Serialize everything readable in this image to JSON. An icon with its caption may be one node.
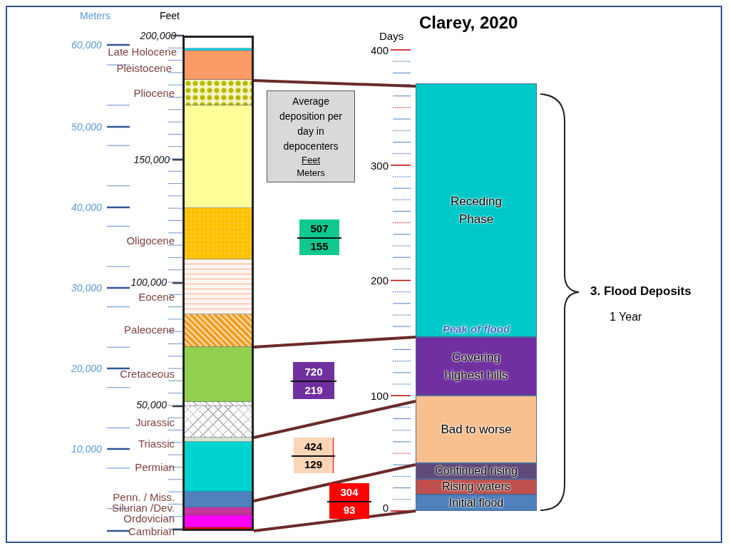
{
  "diagram": {
    "title": "Clarey, 2020",
    "nodes": [
      {
        "text": [],
        "shape": "bar",
        "beside": [
          "Late Holocene",
          "Pleistocene",
          "Pliocene",
          "Oligocene",
          "Eocene",
          "Paleocene",
          "Cretaceous",
          "Jurassic",
          "Triassic",
          "Permian",
          "Penn. / Miss.",
          "Silurian /Dev.",
          "Ordovician",
          "Cambrian"
        ]
      },
      {
        "text": [
          "Receding Phase",
          "Peak of flood"
        ]
      },
      {
        "text": [
          "Covering highest hills"
        ]
      },
      {
        "text": [
          "Bad to worse"
        ]
      },
      {
        "text": [
          "Continued rising"
        ]
      },
      {
        "text": [
          "Rising waters"
        ]
      },
      {
        "text": [
          "Initial flood"
        ]
      },
      {
        "text": [
          "Average deposition per day in depocenters",
          "Feet",
          "Meters"
        ]
      },
      {
        "text": [
          "507",
          "155"
        ]
      },
      {
        "text": [
          "720",
          "219"
        ]
      },
      {
        "text": [
          "424",
          "129"
        ]
      },
      {
        "text": [
          "304",
          "93"
        ]
      }
    ],
    "edges": [
      {
        "from": 0,
        "to": 1,
        "arrow": "none"
      },
      {
        "from": 0,
        "to": 2,
        "arrow": "none"
      },
      {
        "from": 0,
        "to": 3,
        "arrow": "none"
      },
      {
        "from": 0,
        "to": 4,
        "arrow": "none"
      },
      {
        "from": 0,
        "to": 6,
        "arrow": "none"
      }
    ],
    "labels": [
      "Meters",
      "Feet",
      "200,000",
      "60,000",
      "50,000",
      "150,000",
      "40,000",
      "100,000",
      "30,000",
      "20,000",
      "50,000",
      "10,000",
      "Days",
      "400",
      "300",
      "200",
      "100",
      "0",
      "3. Flood Deposits",
      "1 Year"
    ]
  }
}
